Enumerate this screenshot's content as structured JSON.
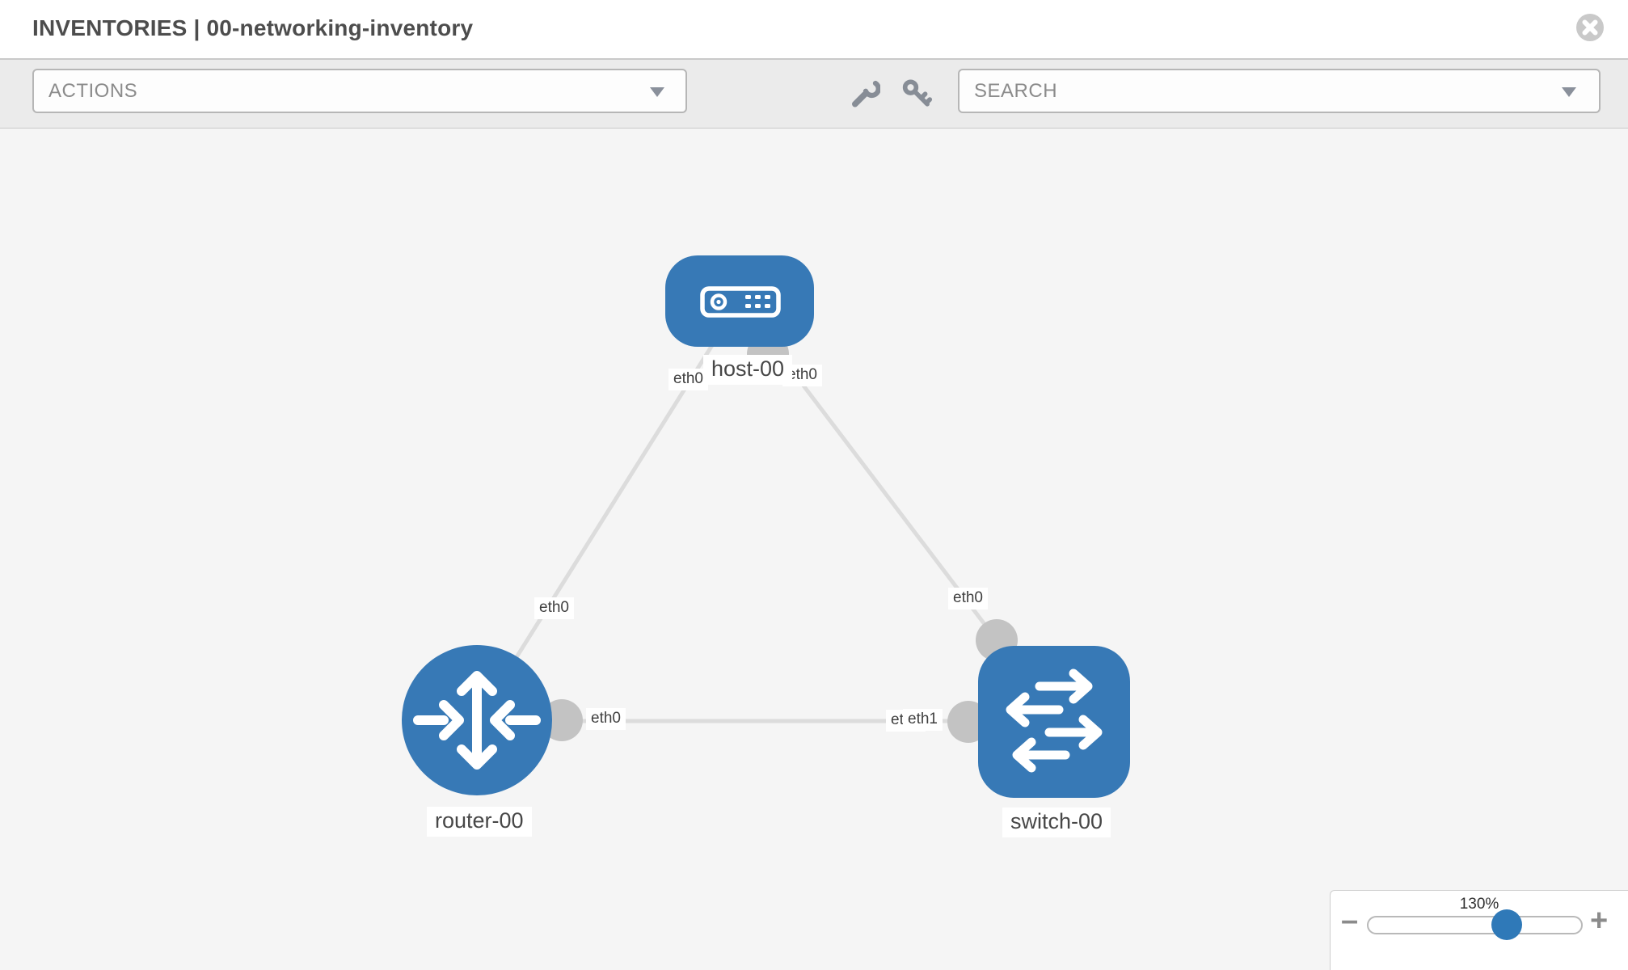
{
  "header": {
    "title": "INVENTORIES | 00-networking-inventory"
  },
  "toolbar": {
    "actions_label": "ACTIONS",
    "search_label": "SEARCH",
    "tool_icons": [
      "wrench-icon",
      "key-icon"
    ]
  },
  "canvas": {
    "nodes": [
      {
        "id": "host-00",
        "type": "host",
        "label": "host-00"
      },
      {
        "id": "router-00",
        "type": "router",
        "label": "router-00"
      },
      {
        "id": "switch-00",
        "type": "switch",
        "label": "switch-00"
      }
    ],
    "links": [
      {
        "from": "host-00",
        "from_interface": "eth0",
        "to": "router-00",
        "to_interface": "eth0"
      },
      {
        "from": "host-00",
        "from_interface": "eth0",
        "to": "switch-00",
        "to_interface": "eth0"
      },
      {
        "from": "router-00",
        "from_interface": "eth0",
        "to": "switch-00",
        "to_interface": "eth1"
      }
    ],
    "iface_labels": [
      {
        "id": "host-left",
        "text": "eth0"
      },
      {
        "id": "host-right",
        "text": "eth0"
      },
      {
        "id": "router-top",
        "text": "eth0"
      },
      {
        "id": "router-right",
        "text": "eth0"
      },
      {
        "id": "switch-top",
        "text": "eth0"
      },
      {
        "id": "switch-left-back",
        "text": "eth0"
      },
      {
        "id": "switch-left-front",
        "text": "eth1"
      }
    ]
  },
  "zoom_control": {
    "level": "130%",
    "minus": "–",
    "plus": "+"
  },
  "colors": {
    "node_blue": "#3779b6",
    "slider_knob_blue": "#2f79b8",
    "link_gray": "#dcdcdc",
    "endpoint_gray": "#c3c3c3",
    "canvas_bg": "#f5f5f5",
    "toolbar_bg": "#ebebeb",
    "close_icon_gray": "#c9c9c9"
  }
}
